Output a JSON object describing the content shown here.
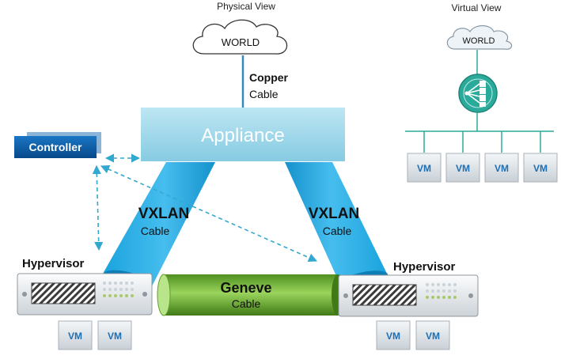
{
  "physical": {
    "heading": "Physical View",
    "world": "WORLD",
    "uplink": {
      "line1": "Copper",
      "line2": "Cable"
    },
    "appliance": "Appliance",
    "controller": "Controller",
    "left_tunnel": {
      "line1": "VXLAN",
      "line2": "Cable"
    },
    "right_tunnel": {
      "line1": "VXLAN",
      "line2": "Cable"
    },
    "geneve": {
      "line1": "Geneve",
      "line2": "Cable"
    },
    "left_host": {
      "label": "Hypervisor",
      "vms": [
        "VM",
        "VM"
      ]
    },
    "right_host": {
      "label": "Hypervisor",
      "vms": [
        "VM",
        "VM"
      ]
    }
  },
  "virtual": {
    "heading": "Virtual View",
    "world": "WORLD",
    "router_icon": "router-icon",
    "vms": [
      "VM",
      "VM",
      "VM",
      "VM"
    ]
  },
  "colors": {
    "appliance_fill": "#8fd0e6",
    "vxlan_tunnel": "#1aa3dd",
    "geneve_tube": "#7cc242",
    "controller_fill": "#0b5fa8",
    "dashed_link": "#33a8cf",
    "router_teal": "#2aaa9a"
  }
}
